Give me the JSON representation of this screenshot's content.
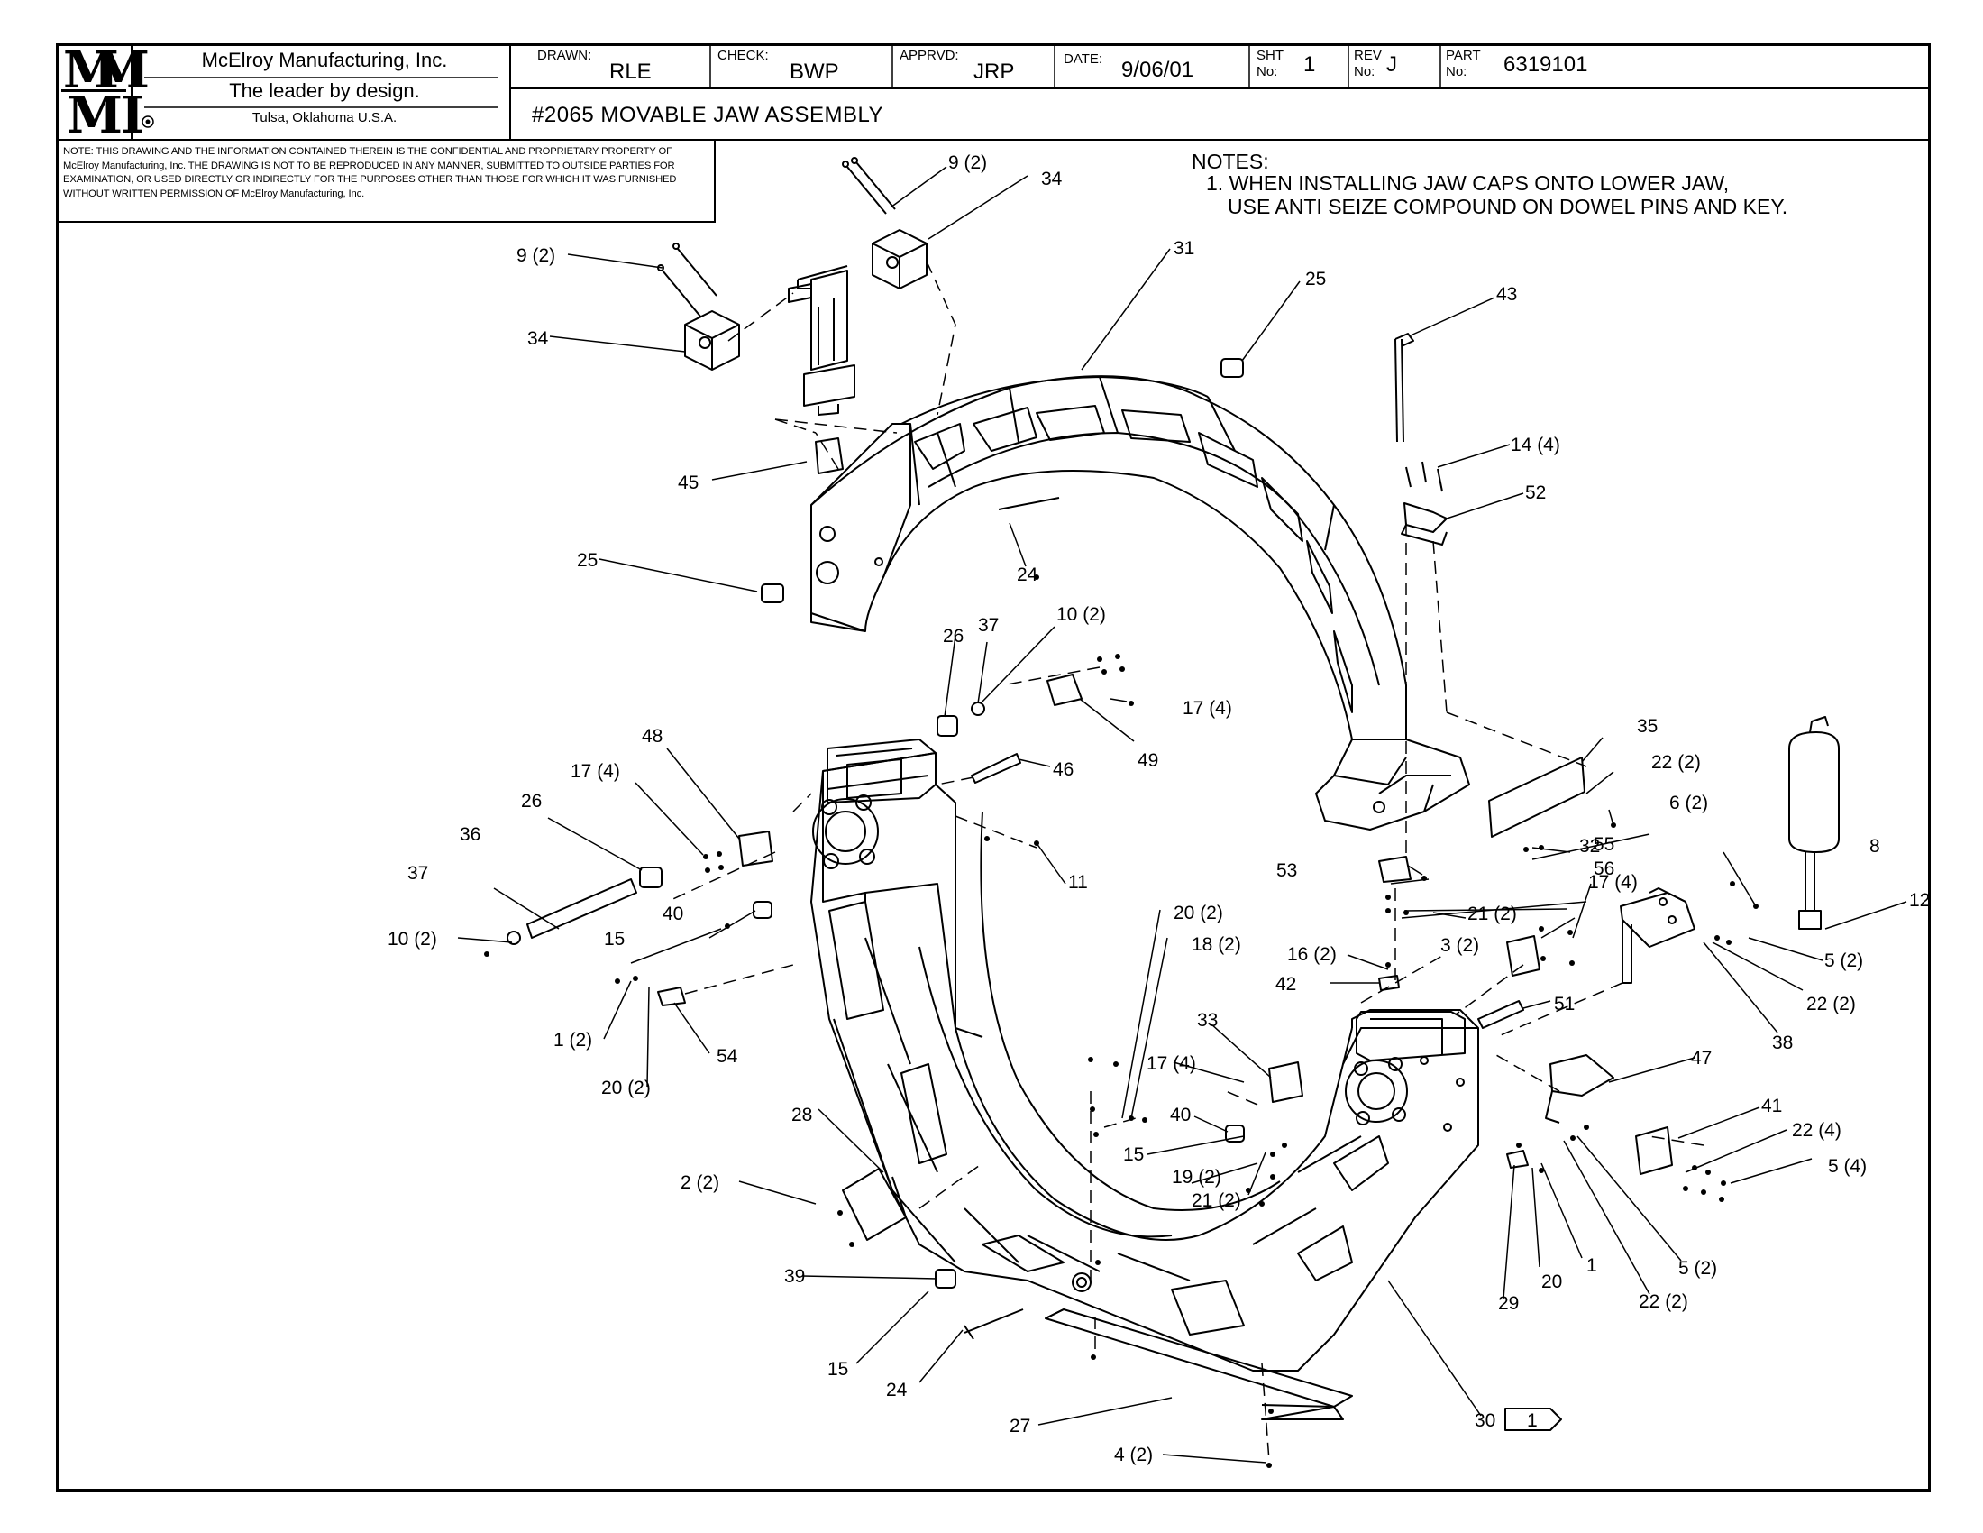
{
  "title_block": {
    "company": "McElroy Manufacturing, Inc.",
    "tagline": "The leader by design.",
    "location": "Tulsa, Oklahoma U.S.A.",
    "logo_top": "M",
    "logo_bottom": "MI",
    "drawn_label": "DRAWN:",
    "drawn_value": "RLE",
    "check_label": "CHECK:",
    "check_value": "BWP",
    "apprvd_label": "APPRVD:",
    "apprvd_value": "JRP",
    "date_label": "DATE:",
    "date_value": "9/06/01",
    "sht_label": "SHT",
    "sht_no": "No:",
    "sht_value": "1",
    "rev_label": "REV",
    "rev_no": "No:",
    "rev_value": "J",
    "part_label": "PART",
    "part_no": "No:",
    "part_value": "6319101",
    "drawing_title": "#2065 MOVABLE JAW ASSEMBLY"
  },
  "confidential_note": "NOTE: THIS DRAWING AND THE INFORMATION CONTAINED THEREIN IS THE CONFIDENTIAL AND PROPRIETARY PROPERTY OF McElroy Manufacturing, Inc. THE DRAWING IS NOT TO BE REPRODUCED IN ANY MANNER, SUBMITTED TO OUTSIDE PARTIES FOR EXAMINATION, OR USED DIRECTLY OR INDIRECTLY FOR THE PURPOSES OTHER THAN THOSE FOR WHICH IT WAS FURNISHED WITHOUT WRITTEN PERMISSION OF McElroy Manufacturing, Inc.",
  "notes": {
    "heading": "NOTES:",
    "line1": "1. WHEN INSTALLING JAW CAPS ONTO LOWER JAW,",
    "line2": "USE ANTI SEIZE COMPOUND ON DOWEL PINS AND KEY."
  },
  "sheet_ref": "1",
  "callouts": [
    "9 (2)",
    "34",
    "9 (2)",
    "34",
    "31",
    "25",
    "43",
    "14 (4)",
    "52",
    "45",
    "25",
    "24",
    "26",
    "37",
    "10 (2)",
    "17 (4)",
    "49",
    "46",
    "48",
    "17 (4)",
    "26",
    "36",
    "37",
    "10 (2)",
    "40",
    "15",
    "11",
    "35",
    "22 (2)",
    "6 (2)",
    "55",
    "56",
    "53",
    "32",
    "17 (4)",
    "21 (2)",
    "3 (2)",
    "8",
    "12",
    "5 (2)",
    "22 (2)",
    "38",
    "20 (2)",
    "18 (2)",
    "16 (2)",
    "42",
    "51",
    "1 (2)",
    "20 (2)",
    "54",
    "33",
    "17 (4)",
    "47",
    "28",
    "40",
    "15",
    "19 (2)",
    "21 (2)",
    "41",
    "22 (4)",
    "5 (4)",
    "2 (2)",
    "39",
    "15",
    "24",
    "29",
    "20",
    "1",
    "5 (2)",
    "22 (2)",
    "27",
    "30",
    "4 (2)"
  ]
}
